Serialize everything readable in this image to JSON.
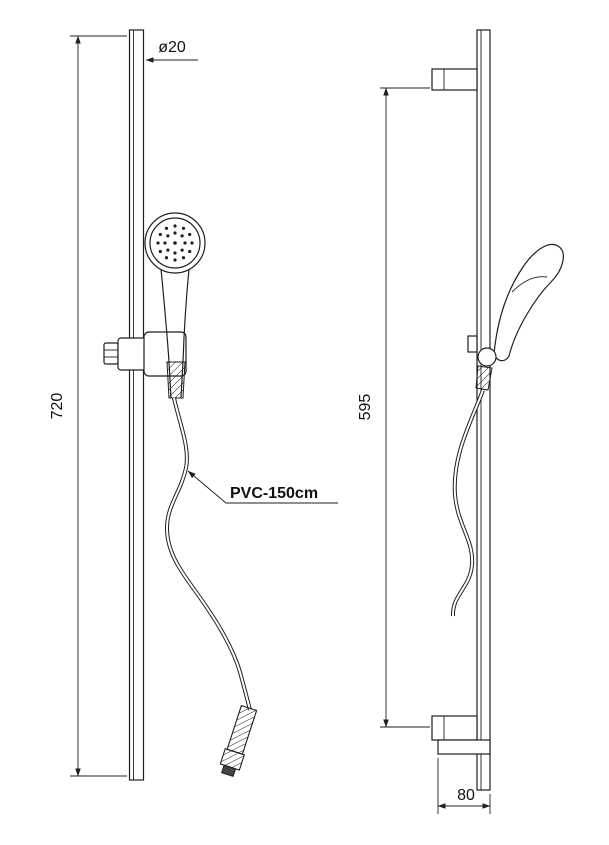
{
  "colors": {
    "background": "#ffffff",
    "line": "#1f1f1f"
  },
  "views": {
    "front": {
      "dim_bar_height": "720",
      "dim_bar_diameter": "ø20",
      "hose_label": "PVC-150cm"
    },
    "side": {
      "dim_bracket_spacing": "595",
      "dim_bracket_depth": "80"
    }
  }
}
